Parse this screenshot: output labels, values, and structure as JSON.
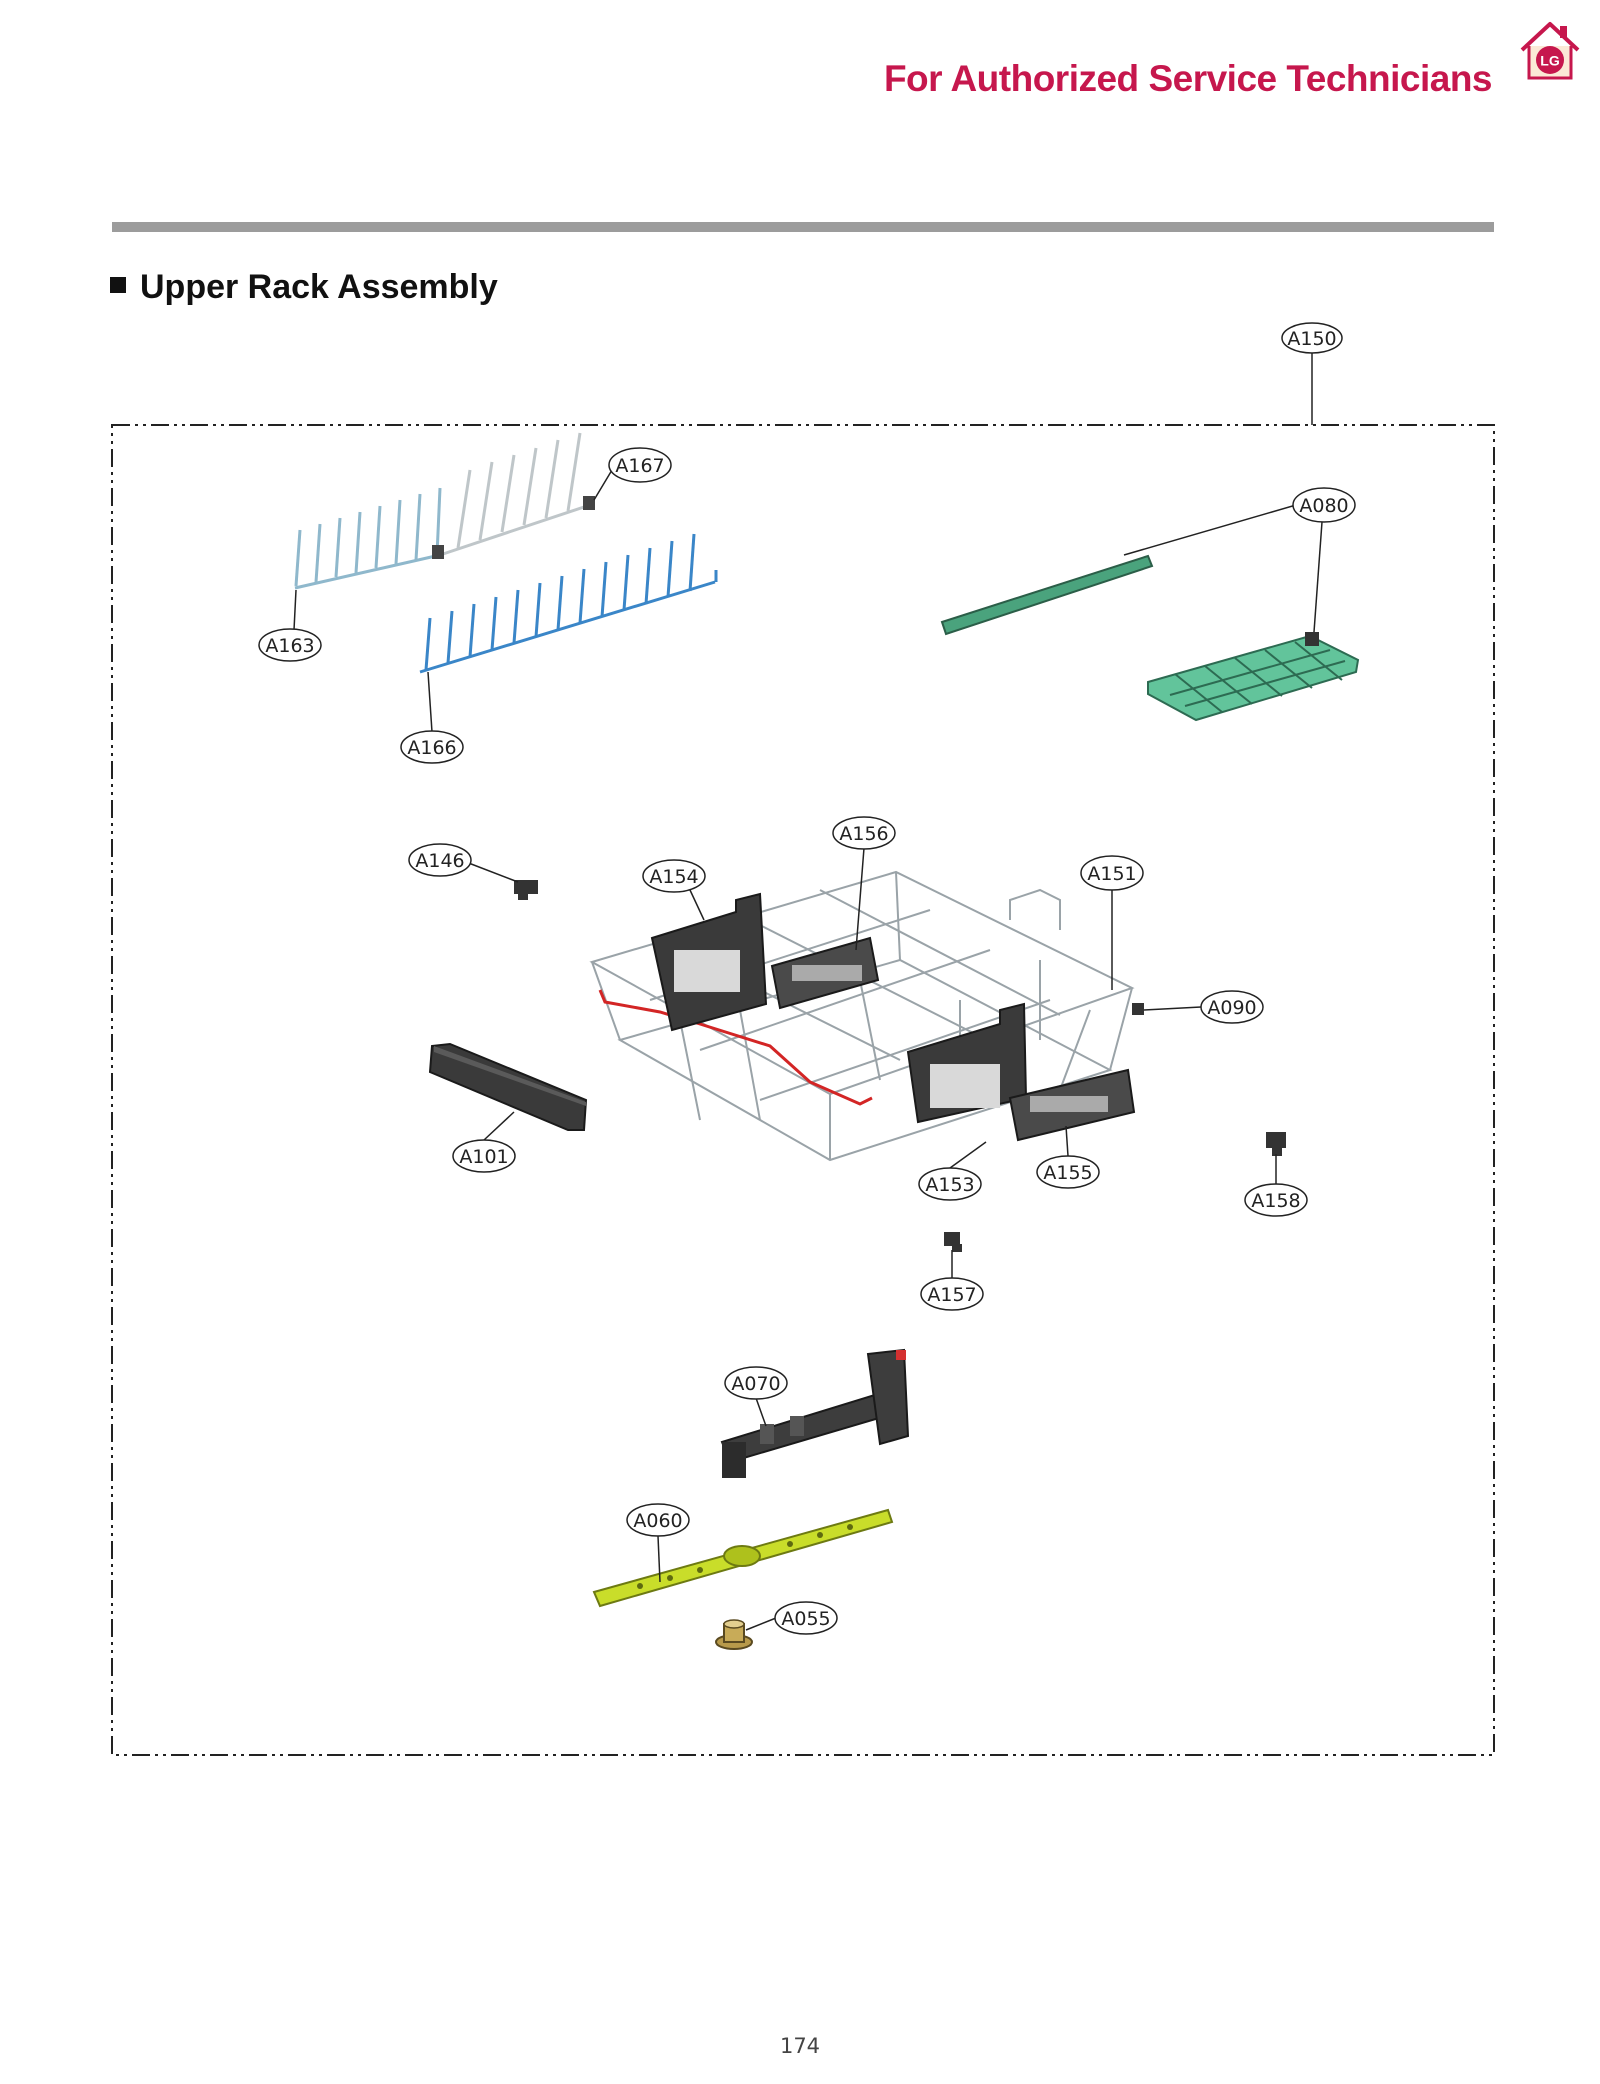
{
  "header": {
    "title": "For Authorized Service Technicians"
  },
  "colors": {
    "brand": "#c6174d",
    "divider": "#9c9c9c",
    "leader": "#222222"
  },
  "logo": {
    "icon": "lg-house-logo-icon",
    "text": "LG"
  },
  "section": {
    "title": "Upper Rack Assembly"
  },
  "callouts": {
    "A150": "A150",
    "A167": "A167",
    "A080": "A080",
    "A163": "A163",
    "A166": "A166",
    "A146": "A146",
    "A156": "A156",
    "A154": "A154",
    "A151": "A151",
    "A090": "A090",
    "A101": "A101",
    "A153": "A153",
    "A155": "A155",
    "A158": "A158",
    "A157": "A157",
    "A070": "A070",
    "A060": "A060",
    "A055": "A055"
  },
  "page_number": "174"
}
